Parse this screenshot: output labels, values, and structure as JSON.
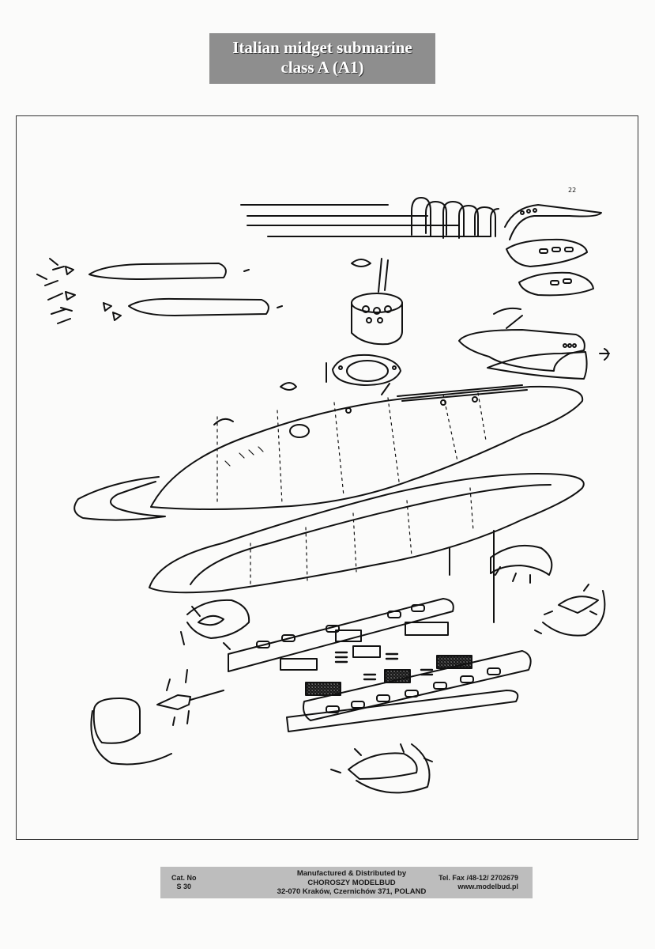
{
  "title": {
    "line1": "Italian midget submarine",
    "line2": "class A (A1)"
  },
  "footer": {
    "cat_label": "Cat. No",
    "cat_number": "S 30",
    "maker_line1": "Manufactured & Distributed by",
    "maker_line2": "CHOROSZY MODELBUD",
    "maker_line3": "32-070 Kraków, Czernichów 371, POLAND",
    "phone": "Tel. Fax /48-12/ 2702679",
    "website": "www.modelbud.pl"
  },
  "diagram": {
    "type": "exploded assembly drawing",
    "line_color": "#111111",
    "mesh_color": "#6a6a6a"
  }
}
